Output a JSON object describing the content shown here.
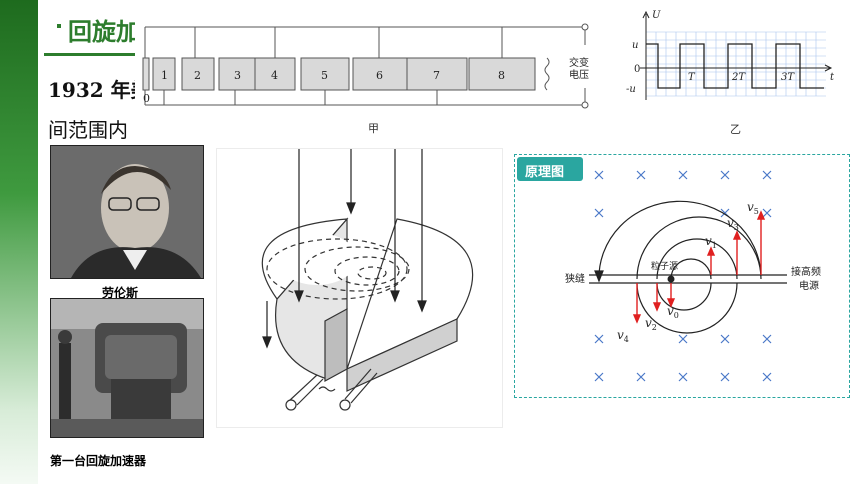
{
  "header": {
    "title": "回旋加速器"
  },
  "intro": {
    "line1": "1932 年美",
    "line2": "间范围内"
  },
  "photos": {
    "lawrence_caption": "劳伦斯",
    "machine_caption": "第一台回旋加速器"
  },
  "linear_accelerator": {
    "label": "甲",
    "zero_label": "0",
    "tube_labels": [
      "1",
      "2",
      "3",
      "4",
      "5",
      "6",
      "7",
      "8"
    ],
    "source_label_1": "交变",
    "source_label_2": "电压"
  },
  "voltage_graph": {
    "label": "乙",
    "y_axis": "U",
    "x_axis": "t",
    "y_pos": "u",
    "y_zero": "0",
    "y_neg": "-u",
    "ticks": [
      "T",
      "2T",
      "3T"
    ]
  },
  "schematic": {
    "title": "原理图",
    "gap_label": "狭缝",
    "source_label": "粒子源",
    "power_label_1": "接高频",
    "power_label_2": "电源",
    "velocities": [
      "v",
      "v",
      "v",
      "v",
      "v",
      "v"
    ],
    "velocity_subs": [
      "0",
      "1",
      "2",
      "3",
      "4",
      "5"
    ]
  },
  "colors": {
    "accent": "#2d7d2d",
    "teal": "#2aa6a0",
    "arrow": "#e02020",
    "mark": "#4a78c8"
  }
}
